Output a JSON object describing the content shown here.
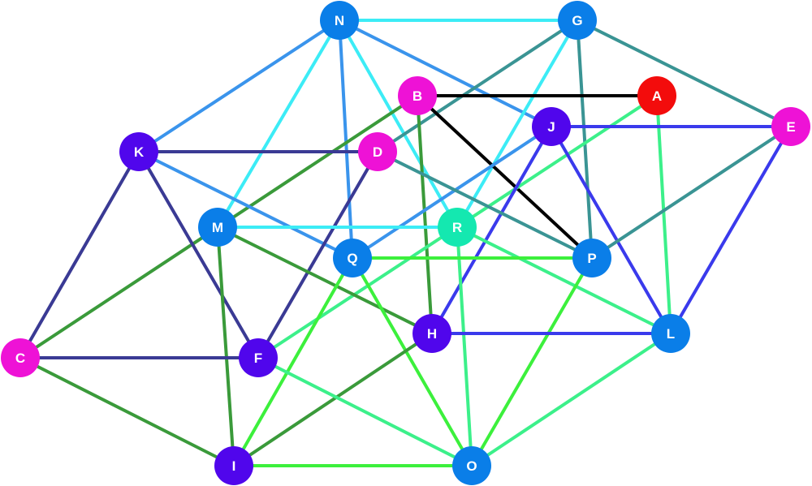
{
  "graph": {
    "nodes": [
      {
        "id": "N",
        "label": "N",
        "color": "#0a7ee8"
      },
      {
        "id": "G",
        "label": "G",
        "color": "#0a7ee8"
      },
      {
        "id": "B",
        "label": "B",
        "color": "#ee12d6"
      },
      {
        "id": "A",
        "label": "A",
        "color": "#f30c0c"
      },
      {
        "id": "J",
        "label": "J",
        "color": "#5006ec"
      },
      {
        "id": "E",
        "label": "E",
        "color": "#ee12d6"
      },
      {
        "id": "K",
        "label": "K",
        "color": "#5006ec"
      },
      {
        "id": "D",
        "label": "D",
        "color": "#ee12d6"
      },
      {
        "id": "M",
        "label": "M",
        "color": "#0a7ee8"
      },
      {
        "id": "R",
        "label": "R",
        "color": "#14e8b0"
      },
      {
        "id": "Q",
        "label": "Q",
        "color": "#0a7ee8"
      },
      {
        "id": "P",
        "label": "P",
        "color": "#0a7ee8"
      },
      {
        "id": "H",
        "label": "H",
        "color": "#5006ec"
      },
      {
        "id": "L",
        "label": "L",
        "color": "#0a7ee8"
      },
      {
        "id": "C",
        "label": "C",
        "color": "#ee12d6"
      },
      {
        "id": "F",
        "label": "F",
        "color": "#5006ec"
      },
      {
        "id": "I",
        "label": "I",
        "color": "#5006ec"
      },
      {
        "id": "O",
        "label": "O",
        "color": "#0a7ee8"
      }
    ],
    "edges": [
      {
        "from": "N",
        "to": "G",
        "color": "#3cecf6"
      },
      {
        "from": "N",
        "to": "K",
        "color": "#3a94ec"
      },
      {
        "from": "N",
        "to": "M",
        "color": "#3cecf6"
      },
      {
        "from": "N",
        "to": "Q",
        "color": "#3a94ec"
      },
      {
        "from": "N",
        "to": "R",
        "color": "#3cecf6"
      },
      {
        "from": "N",
        "to": "J",
        "color": "#3a94ec"
      },
      {
        "from": "G",
        "to": "E",
        "color": "#3a9494"
      },
      {
        "from": "G",
        "to": "P",
        "color": "#3a9494"
      },
      {
        "from": "G",
        "to": "R",
        "color": "#3cecf6"
      },
      {
        "from": "G",
        "to": "D",
        "color": "#3a9494"
      },
      {
        "from": "B",
        "to": "A",
        "color": "#000000"
      },
      {
        "from": "B",
        "to": "P",
        "color": "#000000"
      },
      {
        "from": "B",
        "to": "H",
        "color": "#3a9a3a"
      },
      {
        "from": "B",
        "to": "C",
        "color": "#3a9a3a"
      },
      {
        "from": "A",
        "to": "L",
        "color": "#3cf08a"
      },
      {
        "from": "A",
        "to": "F",
        "color": "#3cf08a"
      },
      {
        "from": "J",
        "to": "E",
        "color": "#3a3aec"
      },
      {
        "from": "J",
        "to": "L",
        "color": "#3a3aec"
      },
      {
        "from": "J",
        "to": "H",
        "color": "#3a3aec"
      },
      {
        "from": "J",
        "to": "Q",
        "color": "#3a94ec"
      },
      {
        "from": "E",
        "to": "L",
        "color": "#3a3aec"
      },
      {
        "from": "E",
        "to": "P",
        "color": "#3a9494"
      },
      {
        "from": "K",
        "to": "D",
        "color": "#3a3a94"
      },
      {
        "from": "K",
        "to": "Q",
        "color": "#3a94ec"
      },
      {
        "from": "K",
        "to": "F",
        "color": "#3a3a94"
      },
      {
        "from": "K",
        "to": "C",
        "color": "#3a3a94"
      },
      {
        "from": "D",
        "to": "F",
        "color": "#3a3a94"
      },
      {
        "from": "D",
        "to": "P",
        "color": "#3a9494"
      },
      {
        "from": "M",
        "to": "R",
        "color": "#3cecf6"
      },
      {
        "from": "M",
        "to": "H",
        "color": "#3a9a3a"
      },
      {
        "from": "M",
        "to": "I",
        "color": "#3a9a3a"
      },
      {
        "from": "R",
        "to": "L",
        "color": "#3cf08a"
      },
      {
        "from": "R",
        "to": "O",
        "color": "#3cf08a"
      },
      {
        "from": "Q",
        "to": "P",
        "color": "#3cf03c"
      },
      {
        "from": "Q",
        "to": "O",
        "color": "#3cf03c"
      },
      {
        "from": "Q",
        "to": "I",
        "color": "#3cf03c"
      },
      {
        "from": "P",
        "to": "O",
        "color": "#3cf03c"
      },
      {
        "from": "H",
        "to": "L",
        "color": "#3a3aec"
      },
      {
        "from": "H",
        "to": "I",
        "color": "#3a9a3a"
      },
      {
        "from": "L",
        "to": "O",
        "color": "#3cf08a"
      },
      {
        "from": "C",
        "to": "F",
        "color": "#3a3a94"
      },
      {
        "from": "C",
        "to": "I",
        "color": "#3a9a3a"
      },
      {
        "from": "F",
        "to": "O",
        "color": "#3cf08a"
      },
      {
        "from": "I",
        "to": "O",
        "color": "#3cf03c"
      }
    ]
  }
}
